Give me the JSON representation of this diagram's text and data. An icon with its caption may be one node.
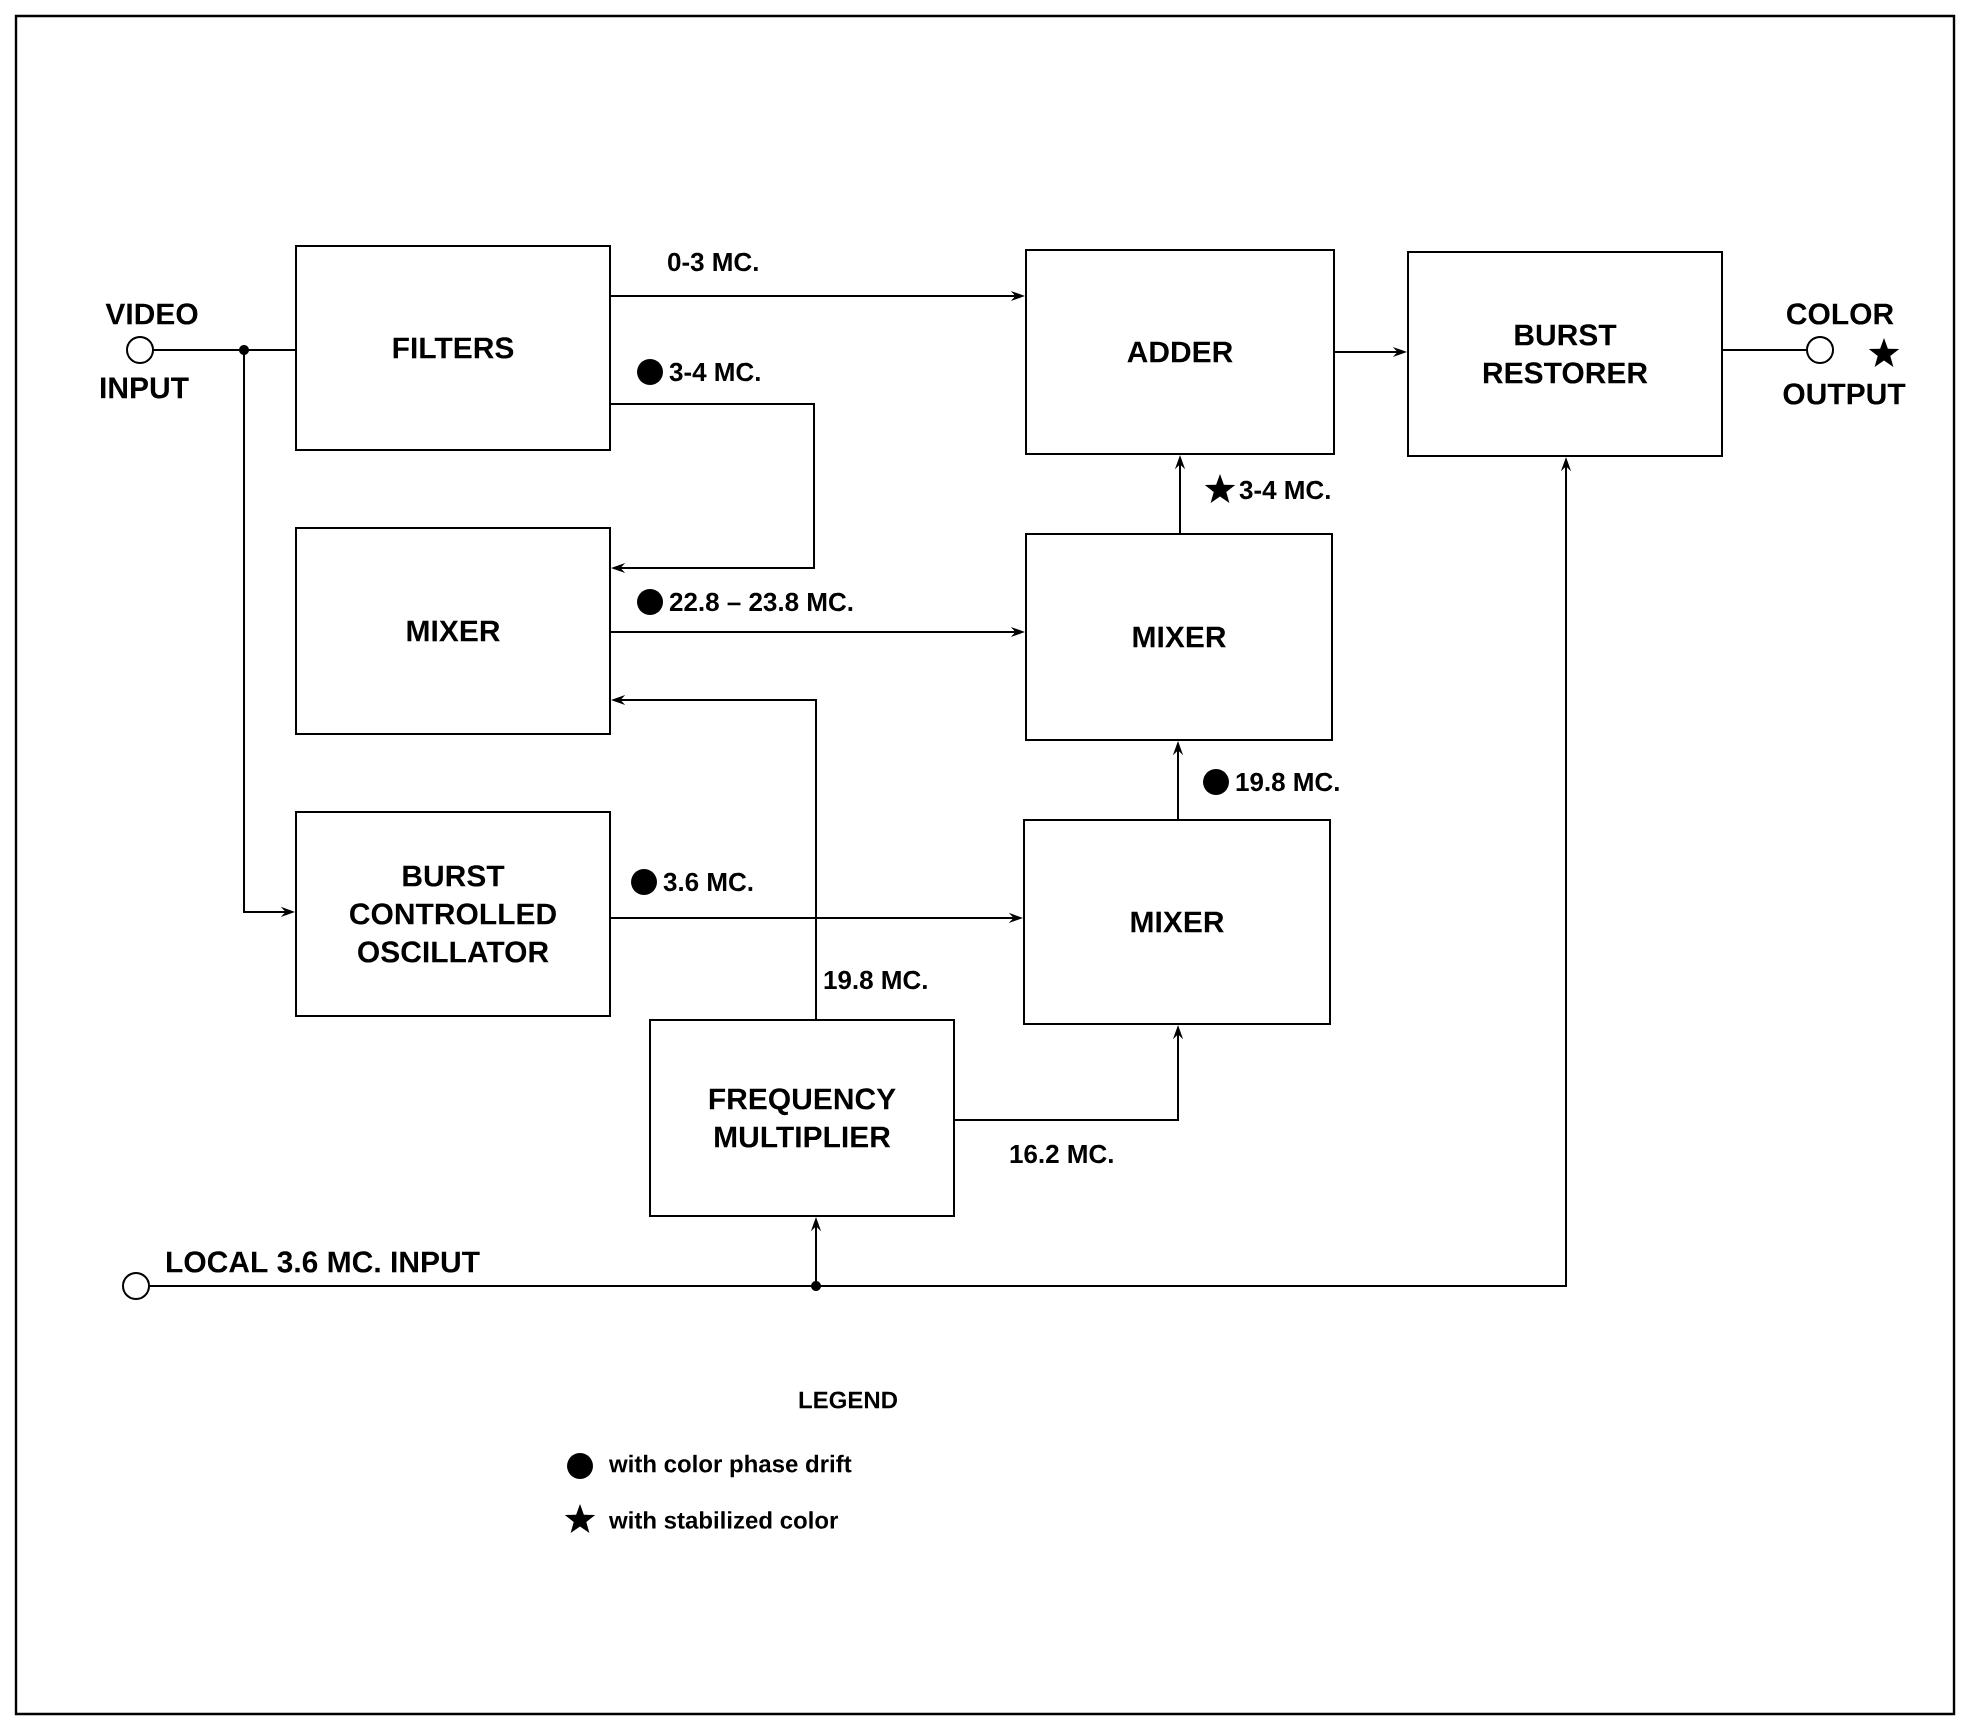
{
  "diagram": {
    "nodes": [
      {
        "text": [],
        "shape": "circle",
        "beside": [
          "VIDEO",
          "INPUT"
        ]
      },
      {
        "text": [
          "FILTERS"
        ]
      },
      {
        "text": [
          "ADDER"
        ]
      },
      {
        "text": [
          "BURST RESTORER"
        ]
      },
      {
        "text": [],
        "shape": "circle",
        "beside": [
          "COLOR",
          "OUTPUT"
        ]
      },
      {
        "text": [
          "MIXER"
        ]
      },
      {
        "text": [
          "MIXER"
        ]
      },
      {
        "text": [
          "BURST CONTROLLED OSCILLATOR"
        ]
      },
      {
        "text": [
          "MIXER"
        ]
      },
      {
        "text": [
          "FREQUENCY MULTIPLIER"
        ]
      },
      {
        "text": [],
        "shape": "circle",
        "beside": [
          "LOCAL  3.6 MC. INPUT"
        ]
      }
    ],
    "edges": [
      {
        "from": 0,
        "to": 1,
        "arrow": "none"
      },
      {
        "from": 0,
        "to": 7,
        "arrow": "to"
      },
      {
        "from": 1,
        "to": 2,
        "arrow": "to",
        "label": "0-3 MC."
      },
      {
        "from": 1,
        "to": 5,
        "arrow": "to",
        "label": "3-4 MC."
      },
      {
        "from": 2,
        "to": 3,
        "arrow": "to"
      },
      {
        "from": 3,
        "to": 4,
        "arrow": "none"
      },
      {
        "from": 5,
        "to": 6,
        "arrow": "to",
        "label": "22.8 – 23.8 MC."
      },
      {
        "from": 6,
        "to": 2,
        "arrow": "to",
        "label": "3-4 MC."
      },
      {
        "from": 8,
        "to": 6,
        "arrow": "to",
        "label": "19.8 MC."
      },
      {
        "from": 7,
        "to": 8,
        "arrow": "to",
        "label": "3.6 MC."
      },
      {
        "from": 9,
        "to": 5,
        "arrow": "to",
        "label": "19.8 MC."
      },
      {
        "from": 9,
        "to": 8,
        "arrow": "to",
        "label": "16.2 MC."
      },
      {
        "from": 10,
        "to": 9,
        "arrow": "to"
      },
      {
        "from": 10,
        "to": 3,
        "arrow": "to"
      }
    ],
    "labels": [
      "LEGEND"
    ],
    "legend": [
      {
        "text": "with color phase drift"
      },
      {
        "text": "with stabilized color"
      }
    ]
  }
}
